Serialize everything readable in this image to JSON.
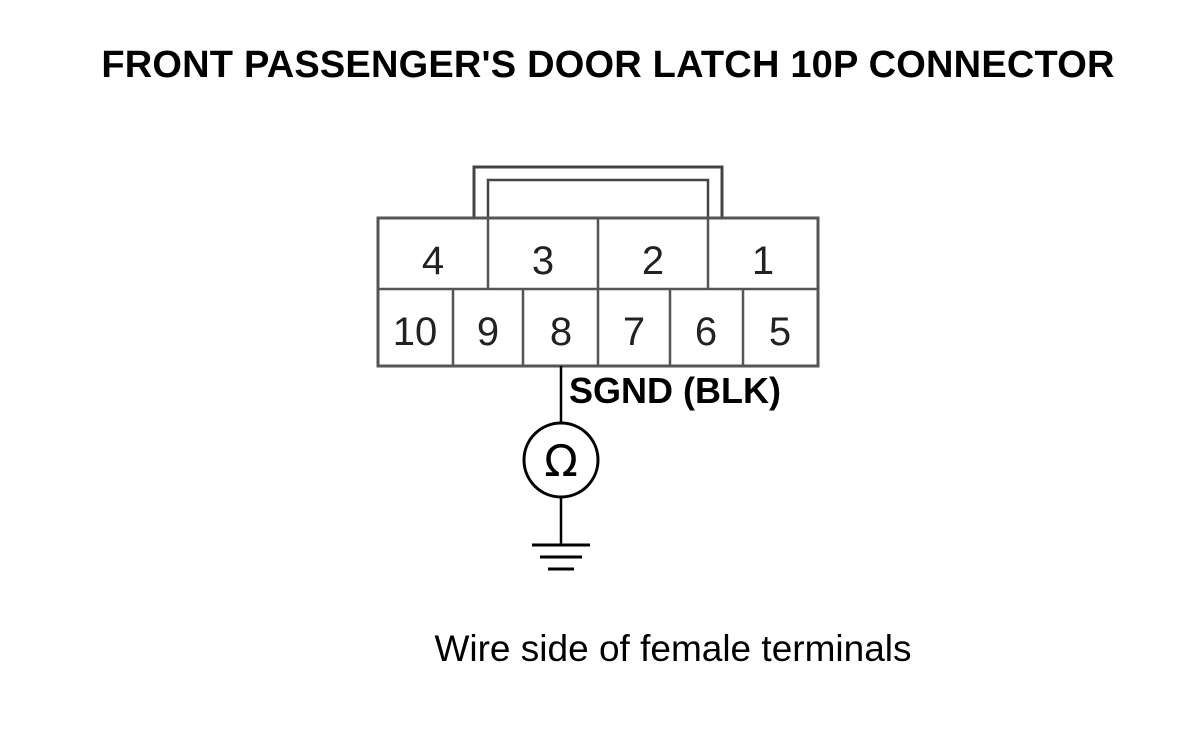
{
  "title": "FRONT PASSENGER'S DOOR LATCH 10P CONNECTOR",
  "connector": {
    "top_row": [
      "4",
      "3",
      "2",
      "1"
    ],
    "bottom_row": [
      "10",
      "9",
      "8",
      "7",
      "6",
      "5"
    ]
  },
  "probe": {
    "terminal": "8",
    "wire_label": "SGND (BLK)",
    "meter_symbol": "Ω",
    "meter_icon": "ohmmeter-icon",
    "ground_icon": "ground-icon"
  },
  "caption": "Wire side of female terminals"
}
